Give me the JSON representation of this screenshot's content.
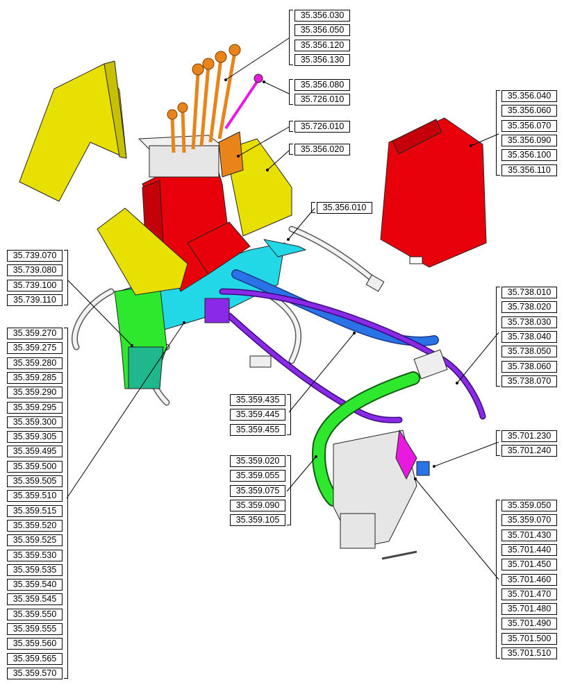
{
  "groups": {
    "g1": [
      "35.356.030",
      "35.356.050",
      "35.356.120",
      "35.356.130"
    ],
    "g2": [
      "35.356.080",
      "35.726.010"
    ],
    "g3": [
      "35.726.010"
    ],
    "g4": [
      "35.356.020"
    ],
    "g5": [
      "35.356.010"
    ],
    "g6": [
      "35.356.040",
      "35.356.060",
      "35.356.070",
      "35.356.090",
      "35.356.100",
      "35.356.110"
    ],
    "g7": [
      "35.739.070",
      "35.739.080",
      "35.739.100",
      "35.739.110"
    ],
    "g8": [
      "35.359.270",
      "35.359.275",
      "35.359.280",
      "35.359.285",
      "35.359.290",
      "35.359.295",
      "35.359.300",
      "35.359.305",
      "35.359.495",
      "35.359.500",
      "35.359.505",
      "35.359.510",
      "35.359.515",
      "35.359.520",
      "35.359.525",
      "35.359.530",
      "35.359.535",
      "35.359.540",
      "35.359.545",
      "35.359.550",
      "35.359.555",
      "35.359.560",
      "35.359.565",
      "35.359.570"
    ],
    "g9": [
      "35.738.010",
      "35.738.020",
      "35.738.030",
      "35.738.040",
      "35.738.050",
      "35.738.060",
      "35.738.070"
    ],
    "g10": [
      "35.359.435",
      "35.359.445",
      "35.359.455"
    ],
    "g11": [
      "35.701.230",
      "35.701.240"
    ],
    "g12": [
      "35.359.020",
      "35.359.055",
      "35.359.075",
      "35.359.090",
      "35.359.105"
    ],
    "g13": [
      "35.359.050",
      "35.359.070",
      "35.701.430",
      "35.701.440",
      "35.701.450",
      "35.701.460",
      "35.701.470",
      "35.701.480",
      "35.701.490",
      "35.701.500",
      "35.701.510"
    ]
  },
  "colors": {
    "yellow": "#e8e000",
    "red": "#e8000a",
    "orange": "#e8841a",
    "cyan": "#22d8e6",
    "green": "#2ee82e",
    "blue": "#2a72e8",
    "purple": "#8a2ae8",
    "magenta": "#e81ae0",
    "gray": "#dcdcdc"
  }
}
